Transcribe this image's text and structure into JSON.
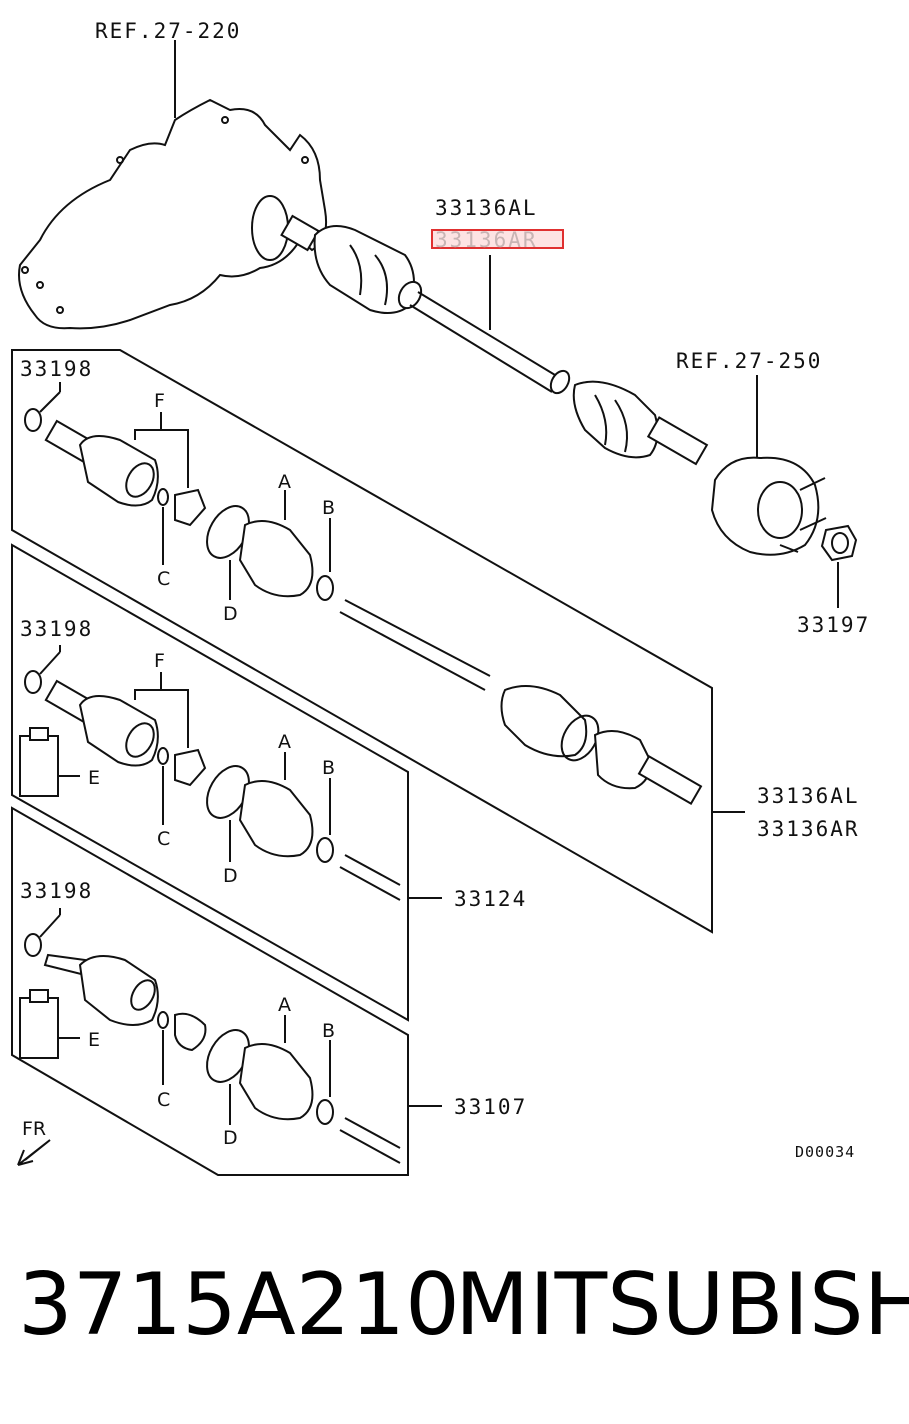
{
  "ref_labels": {
    "transmission": "REF.27-220",
    "hub": "REF.27-250"
  },
  "assembly_labels": {
    "top_left": "33136AL",
    "top_right_highlighted": "33136AR",
    "right_left": "33136AL",
    "right_right": "33136AR"
  },
  "part_numbers": {
    "o_ring": "33198",
    "nut": "33197",
    "inner_joint_kit": "33124",
    "inner_joint_kit_2": "33107"
  },
  "letters": {
    "A": "A",
    "B": "B",
    "C": "C",
    "D": "D",
    "E": "E",
    "F": "F"
  },
  "front_marker": "FR",
  "diagram_code": "D00034",
  "caption": {
    "part_number": "3715A210",
    "brand": "MITSUBISHI"
  },
  "colors": {
    "highlight_stroke": "#e03030",
    "highlight_fill": "#fde3e3",
    "line": "#111111"
  }
}
